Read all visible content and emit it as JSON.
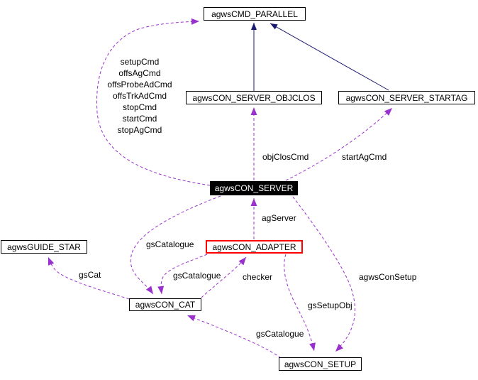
{
  "diagram": {
    "type": "class-collaboration-graph",
    "nodes": [
      {
        "id": "agwsCMD_PARALLEL",
        "label": "agwsCMD_PARALLEL",
        "variant": "plain"
      },
      {
        "id": "agwsCON_SERVER_OBJCLOS",
        "label": "agwsCON_SERVER_OBJCLOS",
        "variant": "plain"
      },
      {
        "id": "agwsCON_SERVER_STARTAG",
        "label": "agwsCON_SERVER_STARTAG",
        "variant": "plain"
      },
      {
        "id": "agwsCON_SERVER",
        "label": "agwsCON_SERVER",
        "variant": "current"
      },
      {
        "id": "agwsGUIDE_STAR",
        "label": "agwsGUIDE_STAR",
        "variant": "plain"
      },
      {
        "id": "agwsCON_ADAPTER",
        "label": "agwsCON_ADAPTER",
        "variant": "highlighted"
      },
      {
        "id": "agwsCON_CAT",
        "label": "agwsCON_CAT",
        "variant": "plain"
      },
      {
        "id": "agwsCON_SETUP",
        "label": "agwsCON_SETUP",
        "variant": "plain"
      }
    ],
    "edges": [
      {
        "id": "objclos-inherits-parallel",
        "from": "agwsCON_SERVER_OBJCLOS",
        "to": "agwsCMD_PARALLEL",
        "style": "solid-inheritance",
        "labels": []
      },
      {
        "id": "startag-inherits-parallel",
        "from": "agwsCON_SERVER_STARTAG",
        "to": "agwsCMD_PARALLEL",
        "style": "solid-inheritance",
        "labels": []
      },
      {
        "id": "server-uses-parallel",
        "from": "agwsCON_SERVER",
        "to": "agwsCMD_PARALLEL",
        "style": "dashed-usage",
        "labels": [
          "setupCmd",
          "offsAgCmd",
          "offsProbeAdCmd",
          "offsTrkAdCmd",
          "stopCmd",
          "startCmd",
          "stopAgCmd"
        ]
      },
      {
        "id": "server-uses-objclos",
        "from": "agwsCON_SERVER",
        "to": "agwsCON_SERVER_OBJCLOS",
        "style": "dashed-usage",
        "labels": [
          "objClosCmd"
        ]
      },
      {
        "id": "server-uses-startag",
        "from": "agwsCON_SERVER",
        "to": "agwsCON_SERVER_STARTAG",
        "style": "dashed-usage",
        "labels": [
          "startAgCmd"
        ]
      },
      {
        "id": "adapter-uses-server",
        "from": "agwsCON_ADAPTER",
        "to": "agwsCON_SERVER",
        "style": "dashed-usage",
        "labels": [
          "agServer"
        ]
      },
      {
        "id": "server-uses-cat",
        "from": "agwsCON_SERVER",
        "to": "agwsCON_CAT",
        "style": "dashed-usage",
        "labels": [
          "gsCatalogue"
        ]
      },
      {
        "id": "adapter-uses-cat",
        "from": "agwsCON_ADAPTER",
        "to": "agwsCON_CAT",
        "style": "dashed-usage",
        "labels": [
          "gsCatalogue"
        ]
      },
      {
        "id": "cat-uses-adapter",
        "from": "agwsCON_CAT",
        "to": "agwsCON_ADAPTER",
        "style": "dashed-usage",
        "labels": [
          "checker"
        ]
      },
      {
        "id": "setup-uses-cat",
        "from": "agwsCON_SETUP",
        "to": "agwsCON_CAT",
        "style": "dashed-usage",
        "labels": [
          "gsCatalogue"
        ]
      },
      {
        "id": "server-uses-setup",
        "from": "agwsCON_SERVER",
        "to": "agwsCON_SETUP",
        "style": "dashed-usage",
        "labels": [
          "agwsConSetup"
        ]
      },
      {
        "id": "adapter-uses-setup",
        "from": "agwsCON_ADAPTER",
        "to": "agwsCON_SETUP",
        "style": "dashed-usage",
        "labels": [
          "gsSetupObj"
        ]
      },
      {
        "id": "cat-uses-guidestar",
        "from": "agwsCON_CAT",
        "to": "agwsGUIDE_STAR",
        "style": "dashed-usage",
        "labels": [
          "gsCat"
        ]
      }
    ],
    "colors": {
      "inheritance_edge": "#191970",
      "usage_edge": "#9932cc",
      "node_border": "#000000",
      "node_background": "#ffffff",
      "current_node_background": "#000000",
      "current_node_text": "#ffffff",
      "highlight_border": "#ff0000",
      "background": "#ffffff",
      "text": "#000000"
    }
  }
}
